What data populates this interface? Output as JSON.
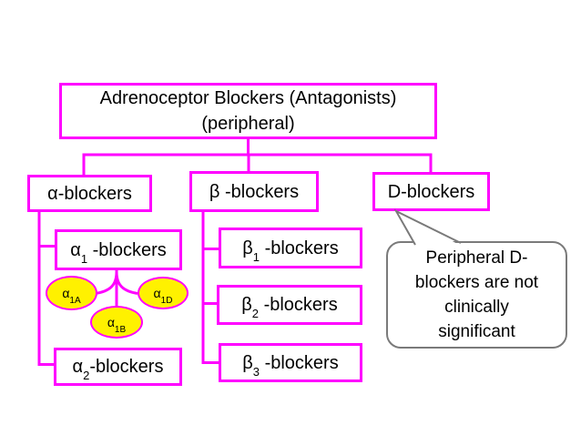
{
  "colors": {
    "accent": "#ff00ff",
    "oval_fill": "#fff100",
    "callout_border": "#7a7a7a",
    "text": "#000000",
    "background": "#ffffff"
  },
  "root": {
    "line1": "Adrenoceptor Blockers (Antagonists)",
    "line2": "(peripheral)"
  },
  "branches": {
    "alpha": {
      "symbol": "α",
      "suffix": "-blockers"
    },
    "beta": {
      "symbol": "β",
      "suffix": " -blockers"
    },
    "d": {
      "label": "D-blockers"
    }
  },
  "alpha_children": {
    "a1": {
      "symbol": "α",
      "sub": "1",
      "suffix": " -blockers"
    },
    "a2": {
      "symbol": "α",
      "sub": "2",
      "suffix": "-blockers"
    },
    "subtypes": [
      {
        "symbol": "α",
        "sub": "1A"
      },
      {
        "symbol": "α",
        "sub": "1B"
      },
      {
        "symbol": "α",
        "sub": "1D"
      }
    ]
  },
  "beta_children": [
    {
      "symbol": "β",
      "sub": "1",
      "suffix": " -blockers"
    },
    {
      "symbol": "β",
      "sub": "2",
      "suffix": " -blockers"
    },
    {
      "symbol": "β",
      "sub": "3",
      "suffix": " -blockers"
    }
  ],
  "callout": {
    "lines": [
      "Peripheral D-",
      "blockers are not",
      "clinically",
      "significant"
    ]
  }
}
